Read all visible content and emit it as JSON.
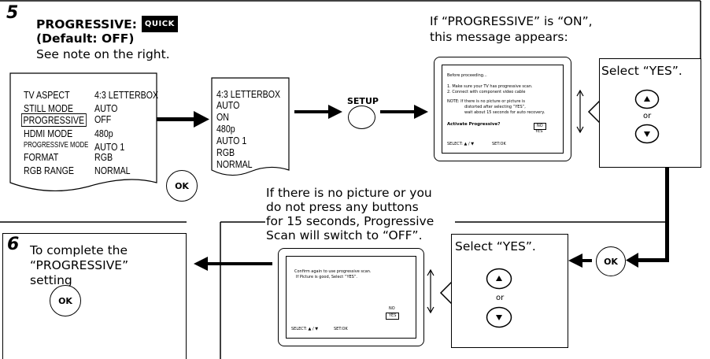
{
  "step5": {
    "number": "5",
    "title": "PROGRESSIVE:",
    "quick_badge": "QUICK",
    "default_text": "(Default: OFF)",
    "note": "See note on the right."
  },
  "menu_left": [
    {
      "label": "TV ASPECT",
      "value": "4:3 LETTERBOX"
    },
    {
      "label": "STILL MODE",
      "value": "AUTO"
    },
    {
      "label": "PROGRESSIVE",
      "value": "OFF"
    },
    {
      "label": "HDMI MODE",
      "value": "480p"
    },
    {
      "label": "PROGRESSIVE MODE",
      "value": "AUTO 1"
    },
    {
      "label": "FORMAT",
      "value": "RGB"
    },
    {
      "label": "RGB RANGE",
      "value": "NORMAL"
    }
  ],
  "menu_right": [
    "4:3 LETTERBOX",
    "AUTO",
    "ON",
    "480p",
    "AUTO 1",
    "RGB",
    "NORMAL"
  ],
  "buttons": {
    "ok": "OK",
    "setup": "SETUP"
  },
  "message_caption": [
    "If “PROGRESSIVE” is “ON”,",
    "this message appears:"
  ],
  "screen1": {
    "line1": "Before proceeding...",
    "line2": "1. Make sure your TV has progressive scan.",
    "line3": "2. Connect with component video cable",
    "note1": "NOTE:  If there is no picture or picture is",
    "note2": "distorted after selecting “YES”,",
    "note3": "wait about 15 seconds for auto recovery.",
    "prompt": "Activate Progressive?",
    "opt_no": "NO",
    "opt_yes": "YES",
    "footer_select": "SELECT: ▲ / ▼",
    "footer_set": "SET:OK"
  },
  "select_yes_top": {
    "label": "Select “YES”.",
    "or": "or"
  },
  "no_picture_text": [
    "If there is no picture or you",
    "do not press any buttons",
    "for 15 seconds, Progressive",
    "Scan will switch to “OFF”."
  ],
  "screen2": {
    "line1": "Confirm again to use progressive scan.",
    "line2": "If Picture is good, Select “YES”.",
    "opt_no": "NO",
    "opt_yes": "YES",
    "footer_select": "SELECT: ▲ / ▼",
    "footer_set": "SET:OK"
  },
  "select_yes_bottom": {
    "label": "Select “YES”.",
    "or": "or"
  },
  "step6": {
    "number": "6",
    "lines": [
      "To complete the",
      "“PROGRESSIVE”",
      "setting"
    ]
  }
}
